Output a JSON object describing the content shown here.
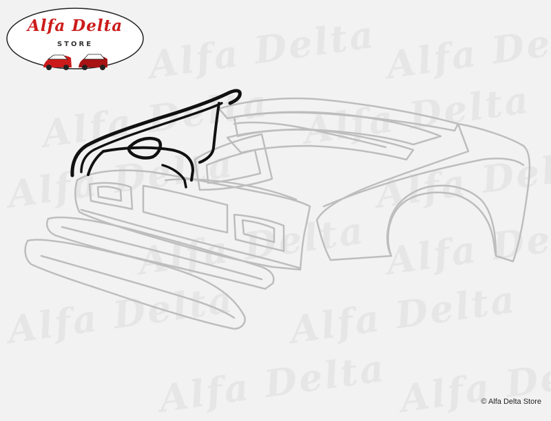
{
  "logo": {
    "title": "Alfa Delta",
    "subtitle": "STORE",
    "brand_color": "#cc1b1b"
  },
  "watermark": {
    "text": "Alfa Delta"
  },
  "highlight_color": "#111111",
  "outline_color": "#bdbdbd",
  "copyright": "© Alfa Delta Store"
}
